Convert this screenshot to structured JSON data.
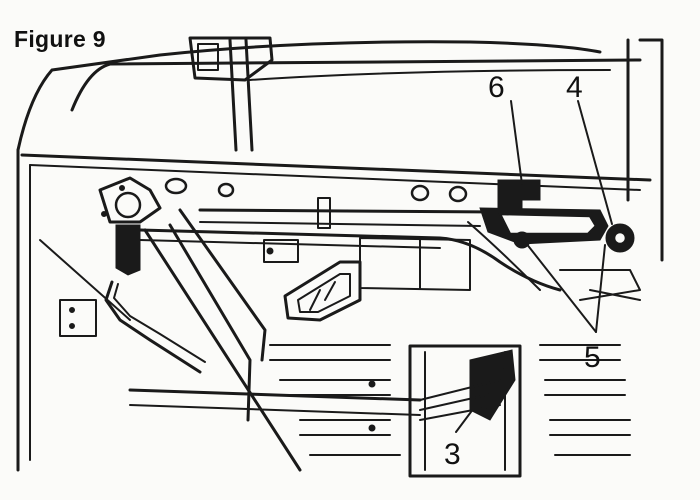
{
  "figure": {
    "title": "Figure 9"
  },
  "callouts": [
    {
      "id": "6",
      "label": "6"
    },
    {
      "id": "4",
      "label": "4"
    },
    {
      "id": "5",
      "label": "5"
    },
    {
      "id": "3",
      "label": "3"
    }
  ]
}
